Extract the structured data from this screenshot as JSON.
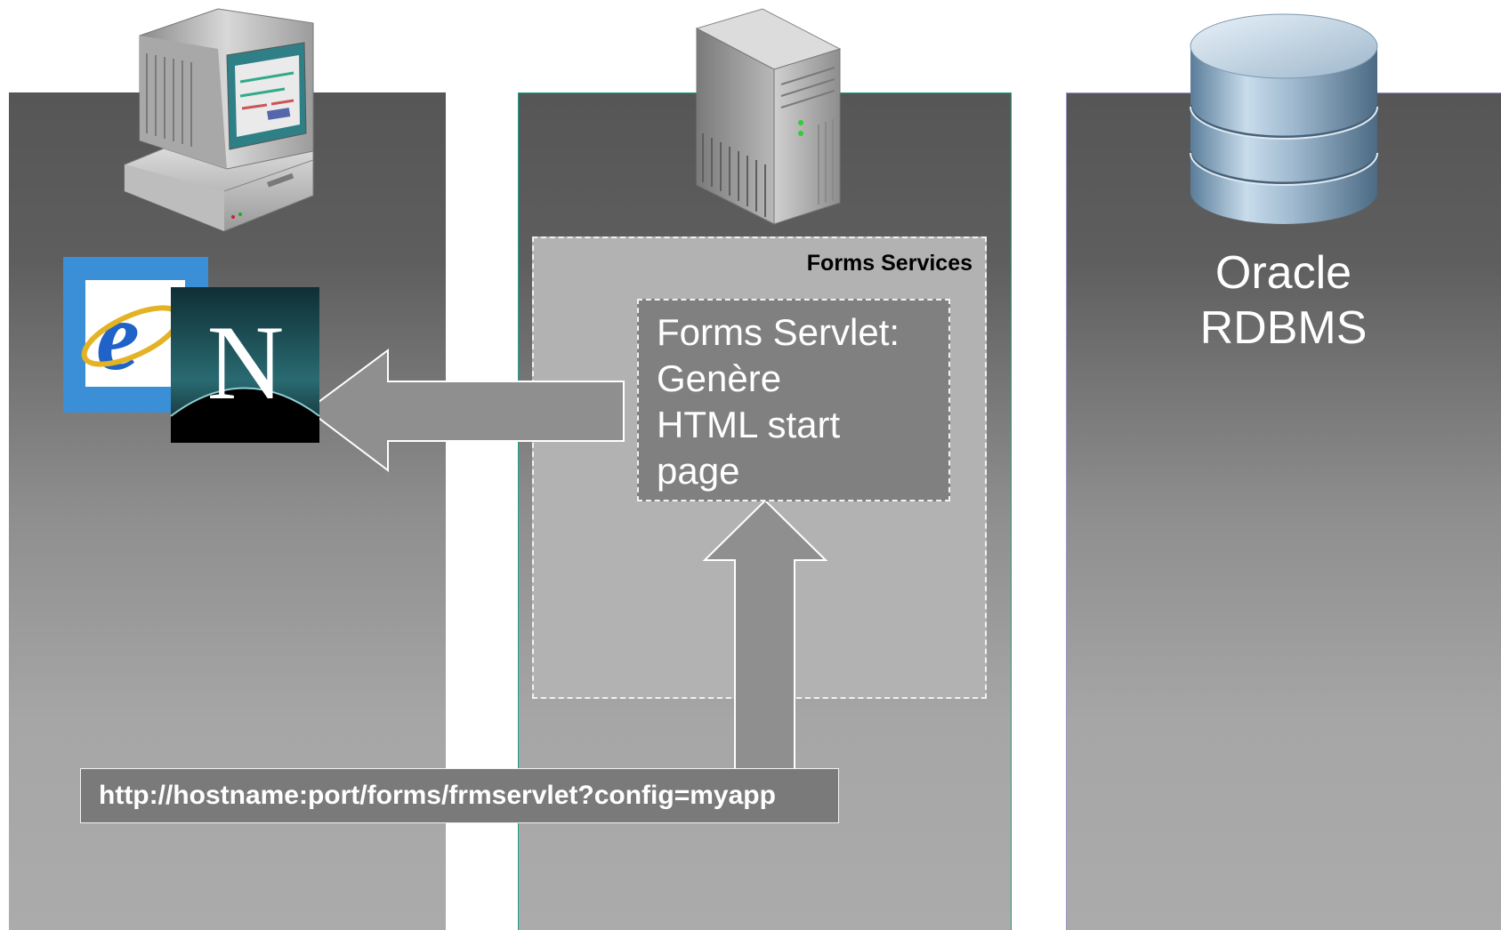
{
  "services": {
    "title": "Forms Services"
  },
  "servlet": {
    "text": "Forms Servlet:\nGenère\nHTML start\npage"
  },
  "request": {
    "url": "http://hostname:port/forms/frmservlet?config=myapp"
  },
  "database": {
    "label": "Oracle\nRDBMS"
  },
  "browser_logo": {
    "letter": "N"
  },
  "icons": {
    "client": "desktop-computer-icon",
    "server": "server-tower-icon",
    "database": "database-cylinder-icon",
    "ie": "internet-explorer-icon",
    "netscape": "netscape-navigator-icon"
  }
}
